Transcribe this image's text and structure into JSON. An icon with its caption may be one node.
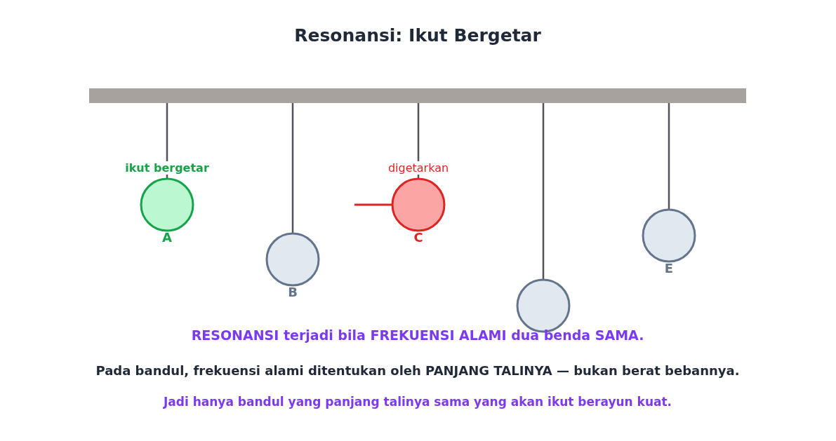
{
  "diagram": {
    "title": "Resonansi: Ikut Bergetar",
    "nodes": [
      {
        "text": [],
        "shape": "bar"
      },
      {
        "text": [
          "A"
        ],
        "beside": [
          "ikut bergetar"
        ]
      },
      {
        "text": [
          "B"
        ]
      },
      {
        "text": [
          "C"
        ],
        "beside": [
          "digetarkan"
        ]
      },
      {
        "text": [],
        "shape": "circle"
      },
      {
        "text": [
          "E"
        ]
      }
    ],
    "edges": [
      {
        "from": 0,
        "to": 1,
        "arrow": "none"
      },
      {
        "from": 0,
        "to": 2,
        "arrow": "none"
      },
      {
        "from": 0,
        "to": 3,
        "arrow": "none"
      },
      {
        "from": 0,
        "to": 4,
        "arrow": "none"
      },
      {
        "from": 0,
        "to": 5,
        "arrow": "none"
      }
    ],
    "labels": [
      "RESONANSI terjadi bila FREKUENSI ALAMI dua benda SAMA.",
      "Pada bandul, frekuensi alami ditentukan oleh PANJANG TALINYA — bukan berat bebannya.",
      "Jadi hanya bandul yang panjang talinya sama yang akan ikut berayun kuat."
    ]
  }
}
